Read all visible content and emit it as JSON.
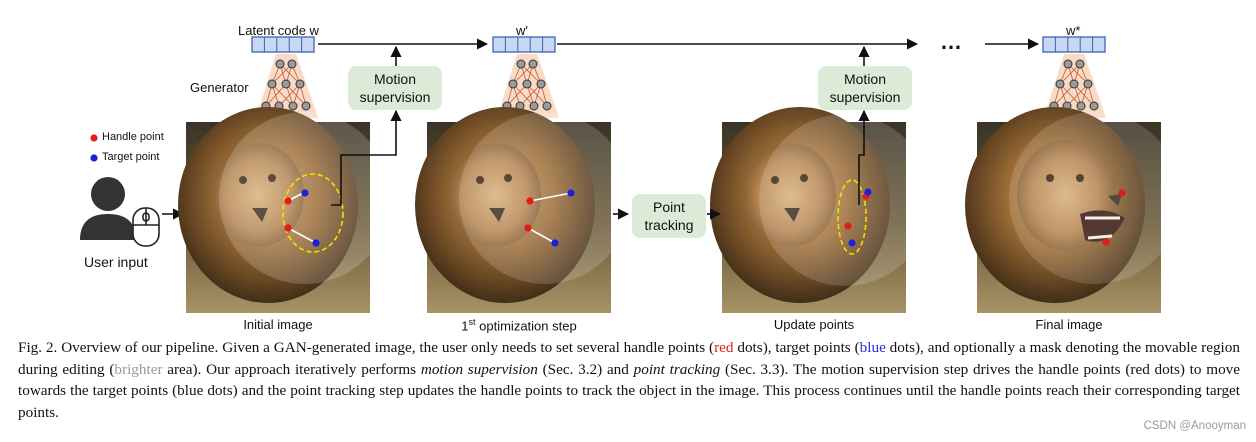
{
  "diagram": {
    "latent_code_label": "Latent code w",
    "w_prime_label": "w′",
    "w_star_label": "w*",
    "generator_label": "Generator",
    "motion_supervision_label_1": "Motion supervision",
    "motion_supervision_label_2": "Motion supervision",
    "point_tracking_label": "Point tracking",
    "ellipsis": "…",
    "legend": {
      "handle": "Handle point",
      "target": "Target point",
      "handle_color": "#e21b1b",
      "target_color": "#1b22d6"
    },
    "user_input_label": "User input",
    "image_labels": {
      "initial": "Initial image",
      "optimization_ordinal": "1",
      "optimization_sup": "st",
      "optimization_rest": " optimization step",
      "update": "Update points",
      "final": "Final image"
    },
    "colors": {
      "latent_fill": "#c8d7f2",
      "latent_stroke": "#3d63b3",
      "generator_fill": "#f8dac6",
      "box_fill": "#dcebd7",
      "mask_outline": "#f2e200"
    }
  },
  "caption": {
    "p1": "Fig. 2.  Overview of our pipeline. Given a GAN-generated image, the user only needs to set several handle points (",
    "red_word": "red",
    "p2": " dots), target points (",
    "blue_word": "blue",
    "p3": " dots), and optionally a mask denoting the movable region during editing (",
    "gray_word": "brighter",
    "p4": " area). Our approach iteratively performs ",
    "em1": "motion supervision",
    "p5": " (Sec. 3.2) and ",
    "em2": "point tracking",
    "p6": " (Sec. 3.3). The motion supervision step drives the handle points (red dots) to move towards the target points (blue dots) and the point tracking step updates the handle points to track the object in the image. This process continues until the handle points reach their corresponding target points."
  },
  "watermark": "CSDN @Anooyman"
}
